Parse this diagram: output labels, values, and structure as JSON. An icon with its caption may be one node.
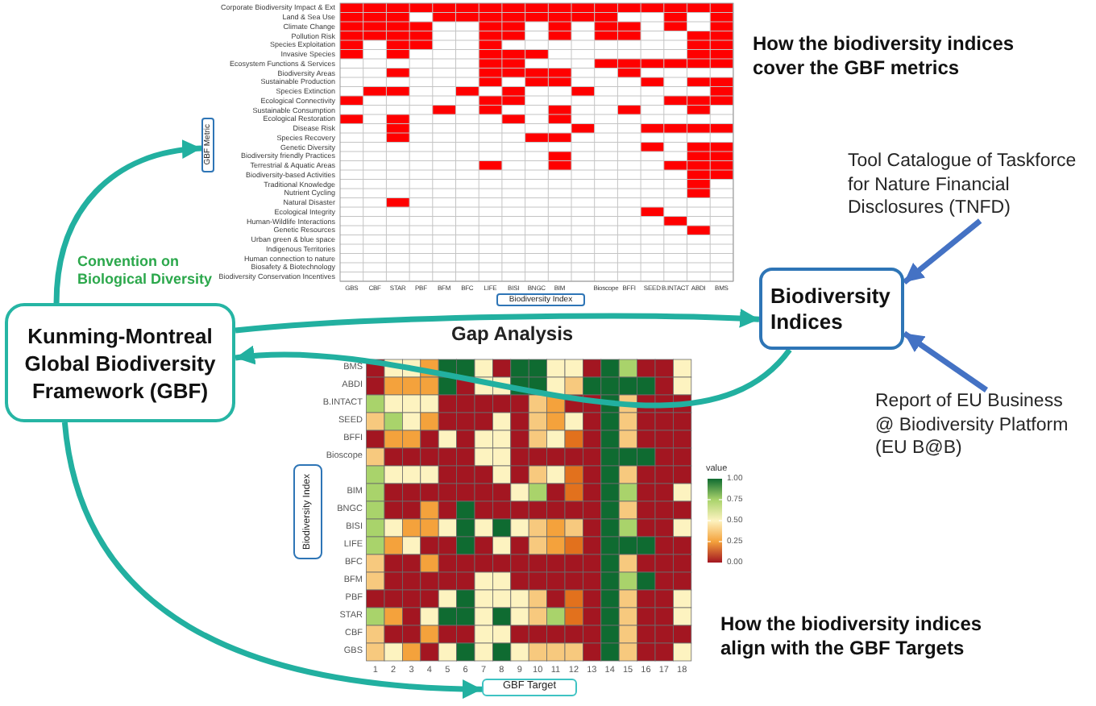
{
  "diagram": {
    "nodes": [
      {
        "text": [
          "GBF Metric"
        ]
      },
      {
        "text": [
          "Tool Catalogue of Taskforce for Nature Financial Disclosures (TNFD)"
        ]
      },
      {
        "text": [
          "Kunming-Montreal Global Biodiversity Framework (GBF)"
        ],
        "beside": [
          "Convention on Biological Diversity"
        ]
      },
      {
        "text": [
          "Biodiversity Indices"
        ]
      },
      {
        "text": [
          "Biodiversity Index"
        ]
      },
      {
        "text": [
          "Report of EU Business @ Biodiversity Platform (EU B@B)"
        ]
      },
      {
        "text": [
          "Biodiversity Index"
        ]
      },
      {
        "text": [
          "GBF Target"
        ]
      }
    ],
    "edges": [
      {
        "from": 2,
        "to": 0,
        "arrow": "to"
      },
      {
        "from": 2,
        "to": 3,
        "arrow": "to"
      },
      {
        "from": 3,
        "to": 2,
        "arrow": "to"
      },
      {
        "from": 1,
        "to": 3,
        "arrow": "to",
        "color": "#4472c4"
      },
      {
        "from": 5,
        "to": 3,
        "arrow": "to",
        "color": "#4472c4"
      },
      {
        "from": 2,
        "to": 7,
        "arrow": "to"
      }
    ],
    "labels": [
      "How the biodiversity indices cover the GBF metrics",
      "Corporate Biodiversity Impact & Ext",
      "Land & Sea Use",
      "Climate Change",
      "Pollution Risk",
      "Species Exploitation",
      "Invasive Species",
      "Ecosystem Functions & Services",
      "Biodiversity Areas",
      "Sustainable Production",
      "Species Extinction",
      "Ecological Connectivity",
      "Sustainable Consumption",
      "Ecological Restoration",
      "Disease Risk",
      "Species Recovery",
      "Genetic Diversity",
      "Biodiversity friendly Practices",
      "Terrestrial & Aquatic Areas",
      "Biodiversity-based Activities",
      "Traditional Knowledge",
      "Nutrient Cycling",
      "Natural Disaster",
      "Ecological Integrity",
      "Human-Wildlife Interactions",
      "Genetic Resources",
      "Urban green & blue space",
      "Indigenous Territories",
      "Human connection to nature",
      "Biosafety & Biotechnology",
      "Biodiversity Conservation Incentives",
      "GBS",
      "CBF",
      "STAR",
      "PBF",
      "BFM",
      "BFC",
      "LIFE",
      "BISI",
      "BNGC",
      "BIM",
      "Bioscope",
      "BFFI",
      "SEED",
      "B.INTACT",
      "ABDI",
      "BMS",
      "Gap Analysis",
      "BMS",
      "ABDI",
      "B.INTACT",
      "SEED",
      "BFFI",
      "Bioscope",
      "BIM",
      "BNGC",
      "BISI",
      "LIFE",
      "BFC",
      "BFM",
      "PBF",
      "STAR",
      "CBF",
      "GBS",
      "value",
      "1.00",
      "0.75",
      "0.50",
      "0.25",
      "0.00",
      "How the biodiversity indices align with the GBF Targets",
      "1",
      "2",
      "3",
      "4",
      "5",
      "6",
      "7",
      "8",
      "9",
      "10",
      "11",
      "12",
      "13",
      "14",
      "15",
      "16",
      "17",
      "18"
    ]
  }
}
